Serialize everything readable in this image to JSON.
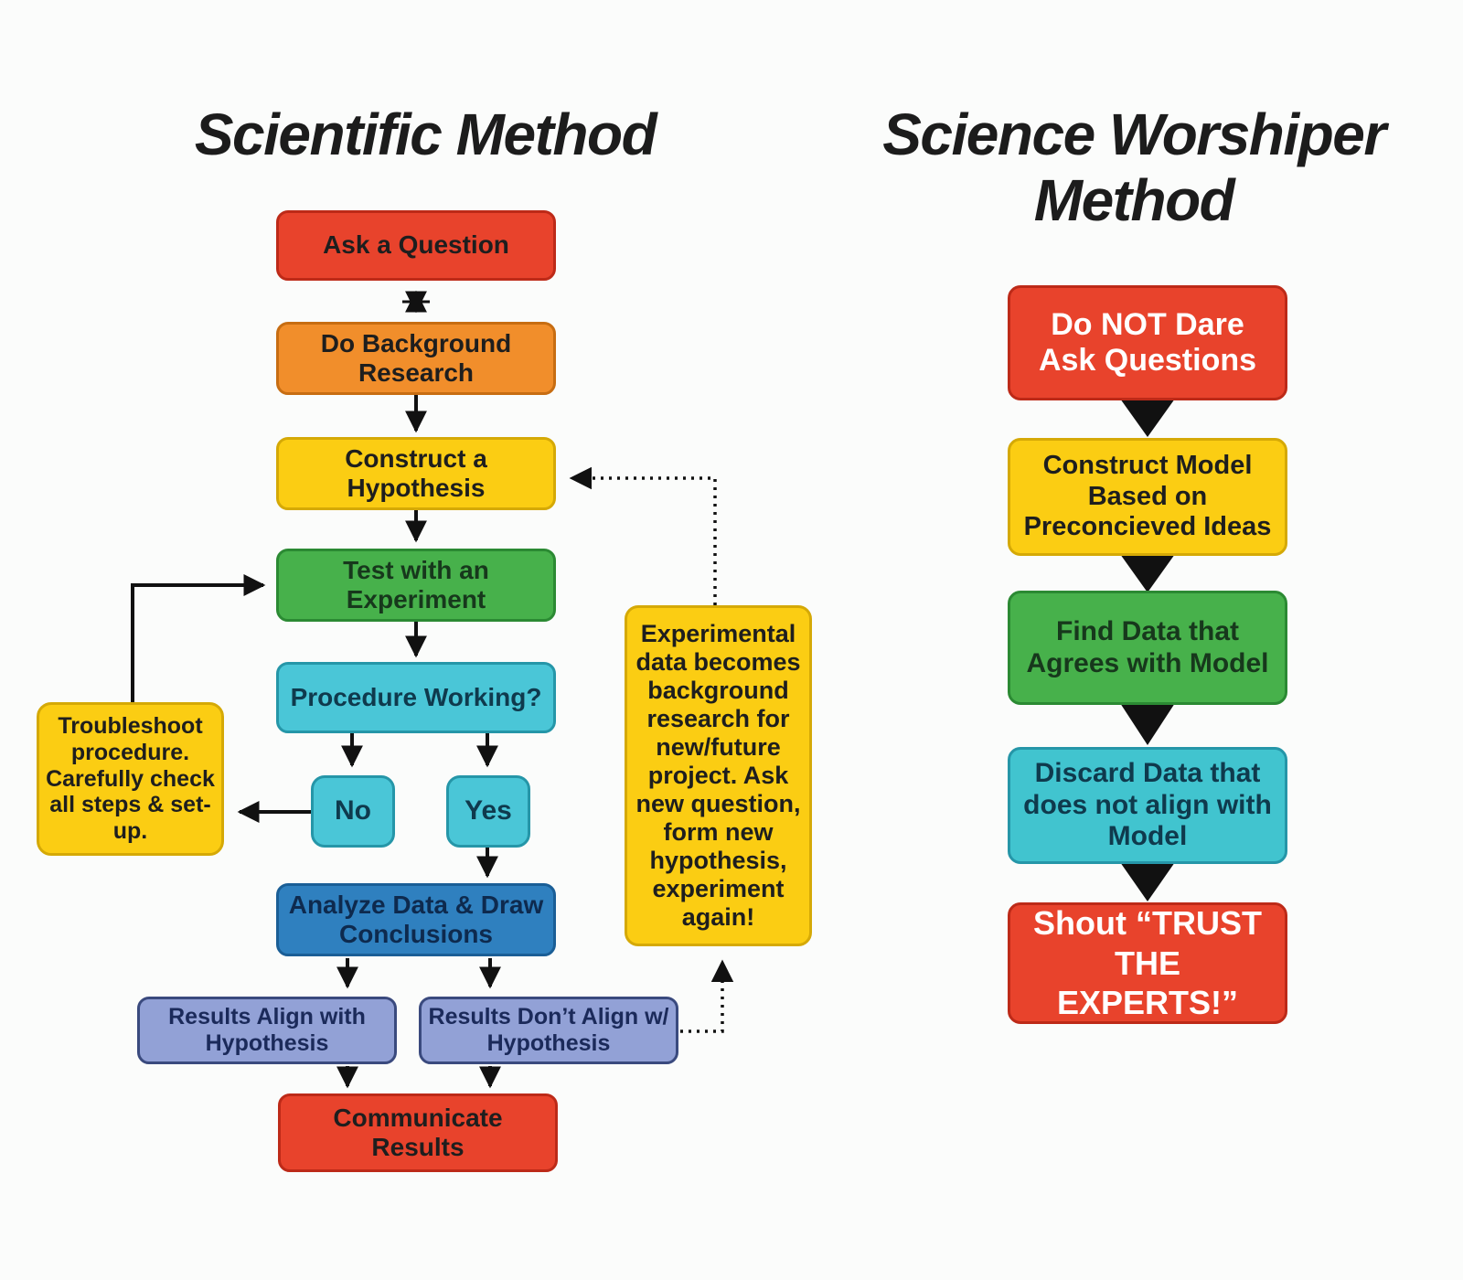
{
  "left_chart": {
    "title": "Scientific Method",
    "nodes": {
      "ask": "Ask a Question",
      "background_research": "Do Background Research",
      "hypothesis": "Construct a Hypothesis",
      "test": "Test with an Experiment",
      "procedure": "Procedure Working?",
      "no": "No",
      "yes": "Yes",
      "troubleshoot": "Troubleshoot procedure. Carefully check all steps & set-up.",
      "analyze": "Analyze Data & Draw Conclusions",
      "results_align": "Results Align with Hypothesis",
      "results_dont_align": "Results Don’t Align w/ Hypothesis",
      "communicate": "Communicate Results",
      "experimental_note": "Experimental data becomes background research for new/future project. Ask new question, form new hypothesis, experiment again!"
    }
  },
  "right_chart": {
    "title_line1": "Science Worshiper",
    "title_line2": "Method",
    "nodes": {
      "no_questions": "Do NOT Dare Ask Questions",
      "construct_model": "Construct Model Based on Preconcieved Ideas",
      "find_data": "Find Data that Agrees with Model",
      "discard_data": "Discard Data that does not align with Model",
      "shout": "Shout “TRUST THE EXPERTS!”"
    }
  },
  "palette": {
    "background": "#FBFCFB",
    "red": "#E8432C",
    "orange": "#F18E2B",
    "yellow": "#FBCD13",
    "green": "#47B14B",
    "teal": "#4AC6D7",
    "blue": "#2F80BF",
    "periwinkle": "#92A1D6",
    "arrow_black": "#111111",
    "title_black": "#1C1C1C",
    "white_text": "#FFFFFF"
  }
}
